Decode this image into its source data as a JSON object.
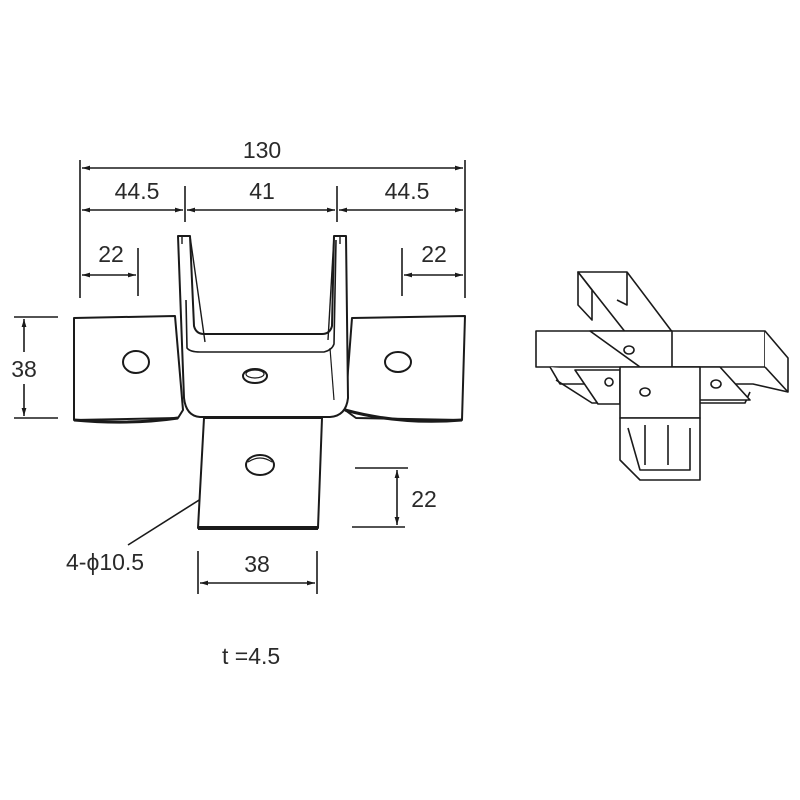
{
  "drawing": {
    "type": "technical-drawing",
    "subject": "cross bracket for strut channel",
    "dimensions": {
      "overall_width": "130",
      "left_wing": "44.5",
      "channel_width": "41",
      "right_wing": "44.5",
      "left_hole_offset": "22",
      "right_hole_offset": "22",
      "wing_height": "38",
      "bottom_hole_offset": "22",
      "bottom_tab_width": "38"
    },
    "annotations": {
      "holes": "4-ϕ10.5",
      "thickness": "t =4.5"
    },
    "views": [
      "front-view",
      "isometric-assembly-view"
    ]
  }
}
